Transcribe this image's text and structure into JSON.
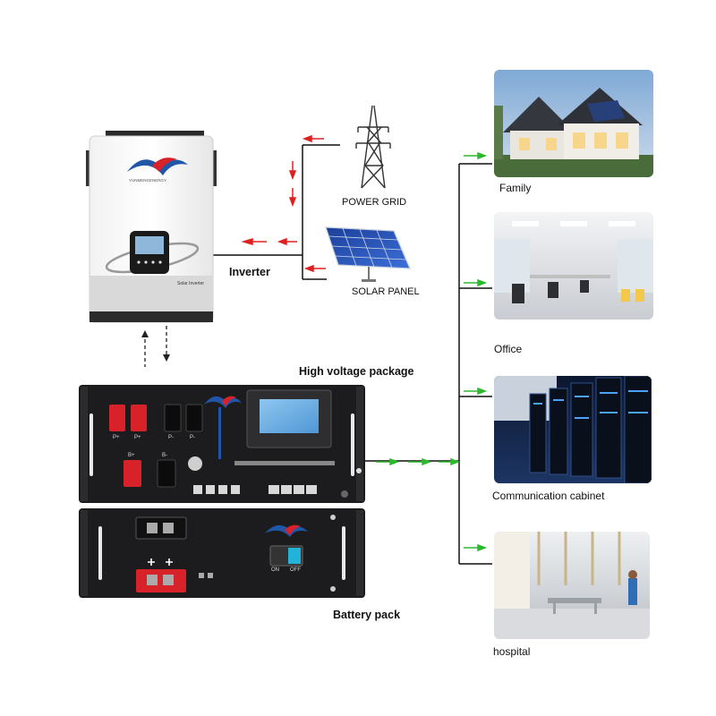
{
  "labels": {
    "power_grid": "POWER GRID",
    "solar_panel": "SOLAR PANEL",
    "inverter": "Inverter",
    "high_voltage": "High voltage package",
    "battery_pack": "Battery pack",
    "family": "Family",
    "office": "Office",
    "communication": "Communication cabinet",
    "hospital": "hospital"
  },
  "device_text": {
    "inverter_brand": "YUNMENGENERGY",
    "inverter_model": "Solar Inverter",
    "hv_pos": "P+",
    "hv_neg": "P-",
    "hv_bplus": "B+",
    "hv_bminus": "B-",
    "switch_on": "ON",
    "switch_off": "OFF"
  },
  "colors": {
    "arrow_red": "#e02020",
    "arrow_green": "#2db82d",
    "line": "#111111",
    "device_dark": "#1c1c1e",
    "connector_red": "#d8222a",
    "brand_blue": "#1f56a8"
  }
}
